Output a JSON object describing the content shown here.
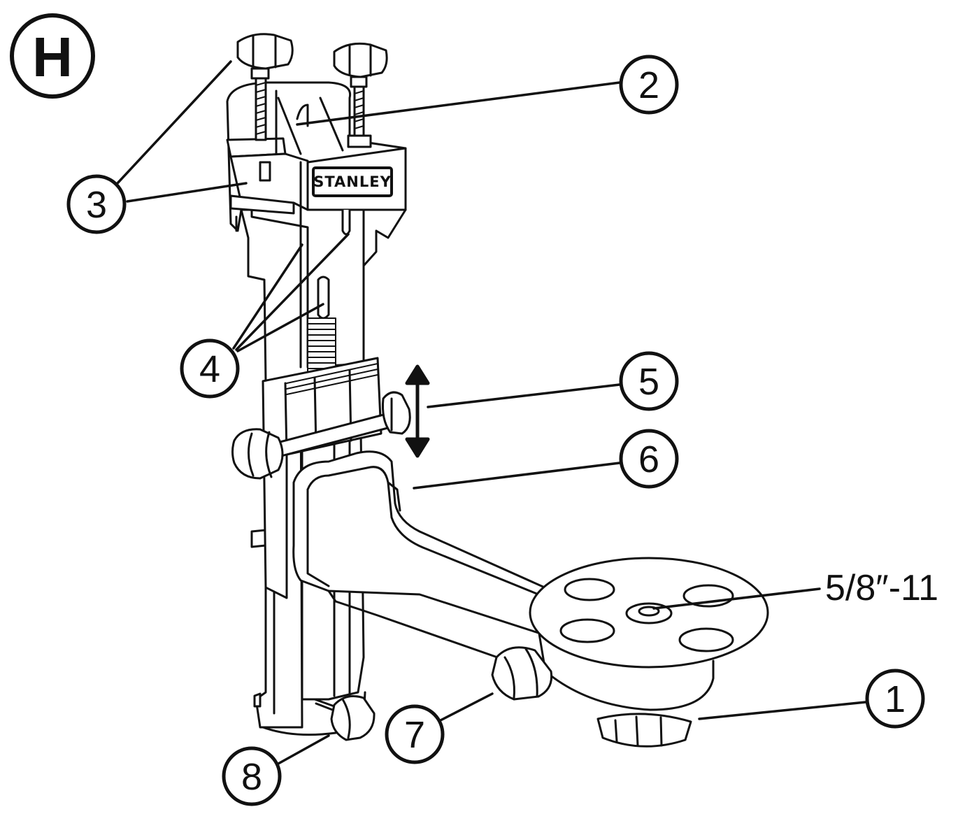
{
  "figure": {
    "letter": "H",
    "brand": "STANLEY",
    "thread_spec": "5/8″-11"
  },
  "callouts": [
    {
      "id": "1",
      "label": "1"
    },
    {
      "id": "2",
      "label": "2"
    },
    {
      "id": "3",
      "label": "3"
    },
    {
      "id": "4",
      "label": "4"
    },
    {
      "id": "5",
      "label": "5"
    },
    {
      "id": "6",
      "label": "6"
    },
    {
      "id": "7",
      "label": "7"
    },
    {
      "id": "8",
      "label": "8"
    }
  ],
  "colors": {
    "ink": "#111111",
    "fill": "#ffffff",
    "shade": "#e9e9e9"
  }
}
